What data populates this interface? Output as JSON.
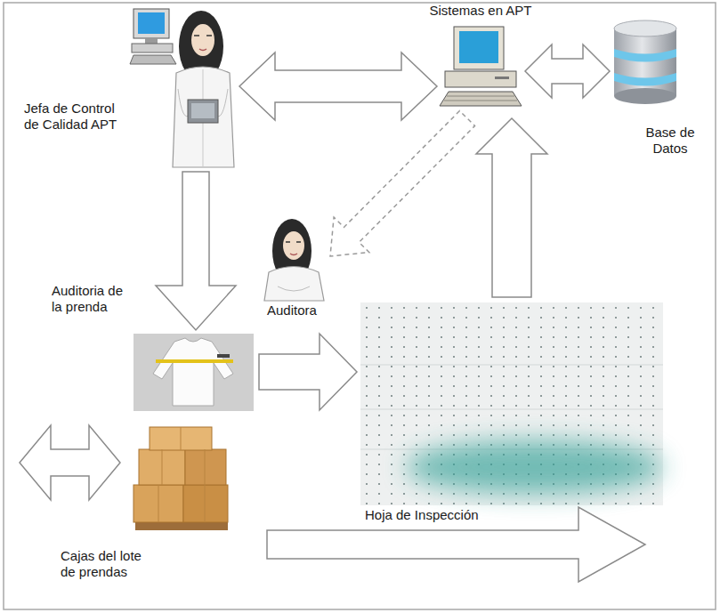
{
  "diagram": {
    "nodes": [
      {
        "text": [
          "Jefa de Control de Calidad APT"
        ]
      },
      {
        "text": [
          "Sistemas en APT"
        ]
      },
      {
        "text": [
          "Base de Datos"
        ]
      },
      {
        "text": [
          "Auditora"
        ]
      },
      {
        "text": [
          "Auditoria de la prenda"
        ]
      },
      {
        "text": [
          "Hoja de Inspección"
        ]
      },
      {
        "text": [
          "Cajas del lote de prendas"
        ]
      }
    ],
    "edges": [
      {
        "from": 0,
        "to": 1,
        "arrow": "both"
      },
      {
        "from": 1,
        "to": 2,
        "arrow": "both"
      },
      {
        "from": 1,
        "to": 3,
        "arrow": "to"
      },
      {
        "from": 0,
        "to": 4,
        "arrow": "to"
      },
      {
        "from": 4,
        "to": 5,
        "arrow": "to"
      },
      {
        "from": 5,
        "to": 1,
        "arrow": "to"
      }
    ]
  }
}
